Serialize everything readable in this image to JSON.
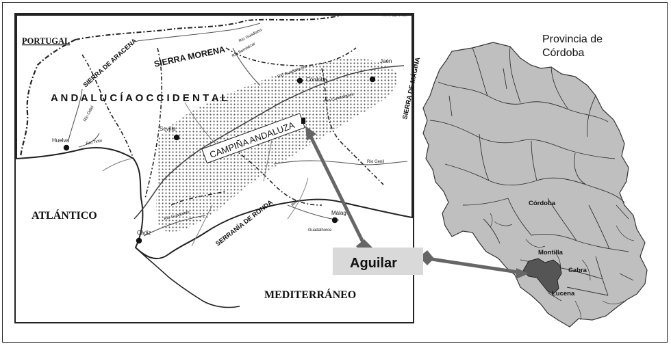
{
  "colors": {
    "province_fill": "#bfbfbf",
    "aguilar_fill": "#555555",
    "arrow": "#666666",
    "label_box": "#d9d9d9",
    "campina_dots": "#555555"
  },
  "left_map": {
    "portugal": "PORTUGAL",
    "region_title": "A N D A L U C Í A   O C C I D E N T A L",
    "campina": "CAMPIÑA ANDALUZA",
    "atlantic": "ATLÁNTICO",
    "mediterranean": "MEDITERRÁNEO",
    "mountains": {
      "aracena": "SIERRA DE ARACENA",
      "morena": "SIERRA MORENA",
      "magina": "SIERRA DE MÁGINA",
      "ronda": "SERRANÍA DE RONDA"
    },
    "cities": {
      "cordoba": "Córdoba",
      "jaen": "Jaén",
      "sevilla": "Sevilla",
      "huelva": "Huelva",
      "cadiz": "Cádiz",
      "malaga": "Málag"
    },
    "rivers": {
      "guadiana": "Río Guadiana",
      "bembezar": "Río Bembézar",
      "guadalquivir": "Río Guadalquivir",
      "guadalquivir_2": "Río Guadalquivir",
      "odiel": "Río Odiel",
      "tinto": "Río Tinto",
      "genil": "Río Genil",
      "guadalete": "Río Guadalete",
      "guadalhorce": "Guadalhorce",
      "rio": "Río"
    }
  },
  "right_map": {
    "title_line1": "Provincia de",
    "title_line2": "Córdoba",
    "labels": {
      "cordoba": "Córdoba",
      "montilla": "Montilla",
      "cabra": "Cabra",
      "lucena": "Lucena"
    }
  },
  "callout": {
    "label": "Aguilar"
  }
}
